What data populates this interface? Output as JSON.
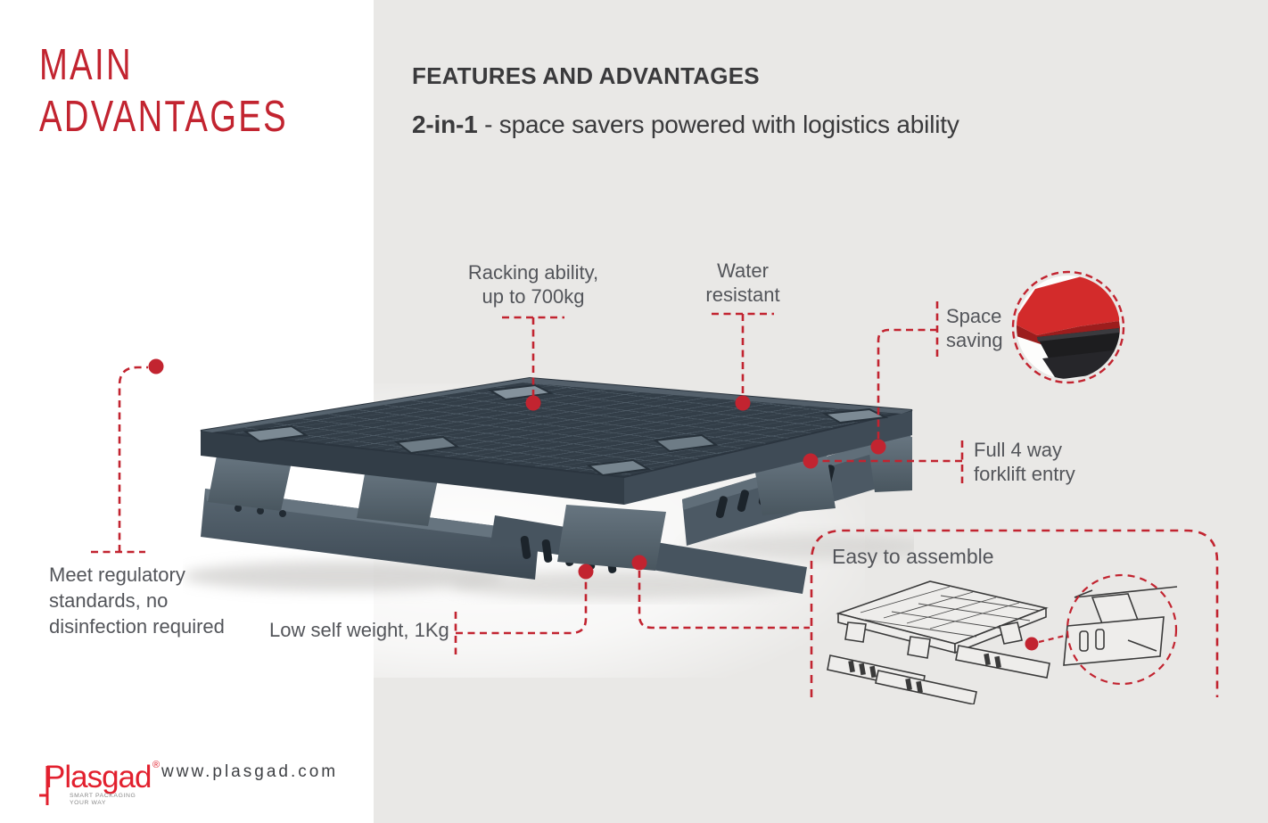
{
  "sidebar": {
    "title_line1": "MAIN",
    "title_line2": "ADVANTAGES"
  },
  "header": {
    "title": "FEATURES AND ADVANTAGES",
    "subtitle_bold": "2-in-1",
    "subtitle_rest": " - space savers powered with logistics ability"
  },
  "callouts": {
    "racking": {
      "line1": "Racking ability,",
      "line2": "up to 700kg"
    },
    "water": {
      "line1": "Water",
      "line2": "resistant"
    },
    "space": {
      "line1": "Space",
      "line2": "saving"
    },
    "forklift": {
      "line1": "Full 4 way",
      "line2": "forklift entry"
    },
    "assemble": {
      "label": "Easy to assemble"
    },
    "weight": {
      "label": "Low self weight, 1Kg"
    },
    "regulatory": {
      "line1": "Meet regulatory",
      "line2": "standards, no",
      "line3": "disinfection required"
    }
  },
  "footer": {
    "logo_text": "Plasgad",
    "logo_registered": "®",
    "tagline_line1": "SMART PACKAGING",
    "tagline_line2": "YOUR WAY",
    "website": "www.plasgad.com"
  },
  "colors": {
    "accent_red": "#c22430",
    "logo_red": "#e2202e",
    "heading_dark": "#3a3a3c",
    "label_gray": "#53555a",
    "panel_gray": "#e9e8e6",
    "pallet_deck": "#333e48",
    "pallet_ridge": "#4e5b66",
    "pallet_leg": "#5c6a76",
    "pallet_rail": "#4c5964",
    "detail_red": "#d32b2b",
    "detail_black": "#1d1d1f"
  }
}
